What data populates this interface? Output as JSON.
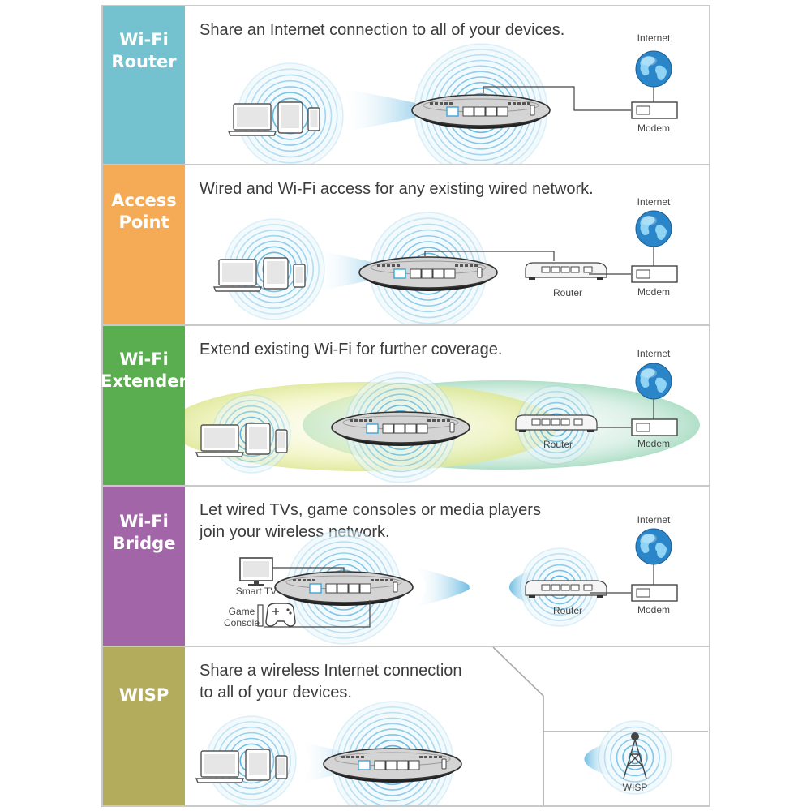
{
  "colors": {
    "wifi_router": "#74c2cf",
    "access_point": "#f5aa56",
    "wifi_extender": "#5aae4f",
    "wifi_bridge": "#a265a7",
    "wisp": "#b2ac5c",
    "signal_blue": "#3aa5d8",
    "device_gray": "#cfcfcf"
  },
  "modes": [
    {
      "id": "wifi-router",
      "label": "Wi-Fi\nRouter",
      "description": "Share an Internet connection to all of your devices.",
      "labels": {
        "internet": "Internet",
        "modem": "Modem"
      }
    },
    {
      "id": "access-point",
      "label": "Access\nPoint",
      "description": "Wired and Wi-Fi access for any existing wired network.",
      "labels": {
        "internet": "Internet",
        "modem": "Modem",
        "router": "Router"
      }
    },
    {
      "id": "wifi-extender",
      "label": "Wi-Fi\nExtender",
      "description": "Extend existing Wi-Fi for further coverage.",
      "labels": {
        "internet": "Internet",
        "modem": "Modem",
        "router": "Router"
      }
    },
    {
      "id": "wifi-bridge",
      "label": "Wi-Fi\nBridge",
      "description": "Let wired TVs, game consoles or media players\njoin your wireless network.",
      "labels": {
        "internet": "Internet",
        "modem": "Modem",
        "router": "Router",
        "smart_tv": "Smart TV",
        "game_console": "Game\nConsole"
      }
    },
    {
      "id": "wisp",
      "label": "WISP",
      "description": "Share a wireless Internet connection\nto all of your devices.",
      "labels": {
        "wisp_tower": "WISP"
      }
    }
  ],
  "icons": [
    "laptop-icon",
    "tablet-icon",
    "phone-icon",
    "router-device-icon",
    "globe-icon",
    "modem-icon",
    "tv-icon",
    "gamepad-icon",
    "tower-icon",
    "signal-waves-icon"
  ]
}
